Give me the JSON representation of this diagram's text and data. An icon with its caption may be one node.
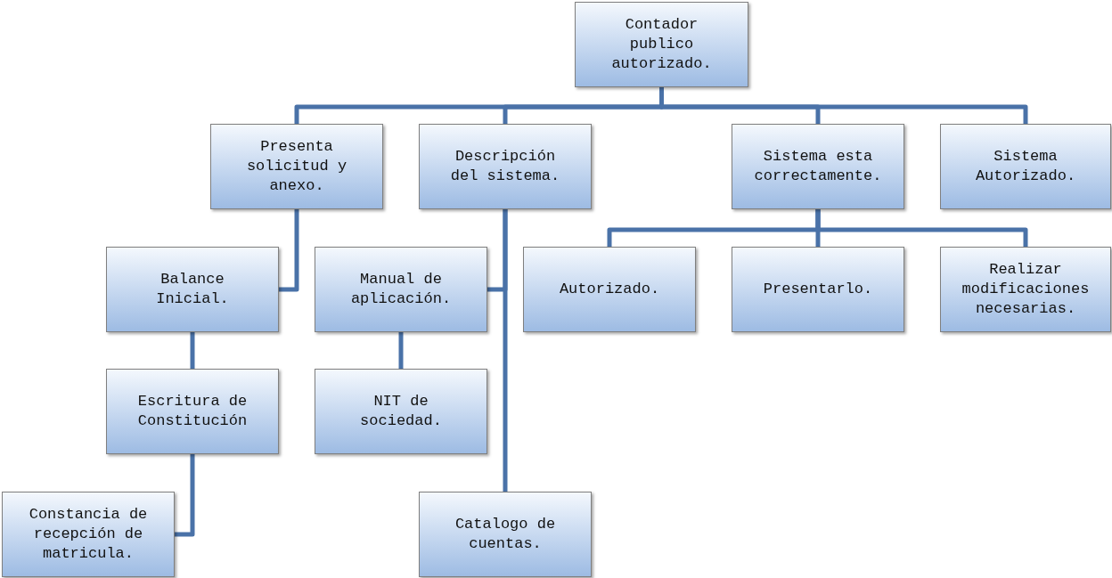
{
  "diagram": {
    "nodes": [
      {
        "text": [
          "Contador publico autorizado."
        ]
      },
      {
        "text": [
          "Presenta solicitud y anexo."
        ]
      },
      {
        "text": [
          "Descripción del sistema."
        ]
      },
      {
        "text": [
          "Sistema esta correctamente."
        ]
      },
      {
        "text": [
          "Sistema Autorizado."
        ]
      },
      {
        "text": [
          "Balance Inicial."
        ]
      },
      {
        "text": [
          "Manual de aplicación."
        ]
      },
      {
        "text": [
          "Autorizado."
        ]
      },
      {
        "text": [
          "Presentarlo."
        ]
      },
      {
        "text": [
          "Realizar modificaciones necesarias."
        ]
      },
      {
        "text": [
          "Escritura de Constitución"
        ]
      },
      {
        "text": [
          "NIT de sociedad."
        ]
      },
      {
        "text": [
          "Constancia de recepción de matricula."
        ]
      },
      {
        "text": [
          "Catalogo de cuentas."
        ]
      }
    ],
    "edges": [
      {
        "from": 0,
        "to": 1,
        "arrow": "none"
      },
      {
        "from": 0,
        "to": 2,
        "arrow": "none"
      },
      {
        "from": 0,
        "to": 3,
        "arrow": "none"
      },
      {
        "from": 0,
        "to": 4,
        "arrow": "none"
      },
      {
        "from": 1,
        "to": 5,
        "arrow": "none"
      },
      {
        "from": 2,
        "to": 6,
        "arrow": "none"
      },
      {
        "from": 2,
        "to": 13,
        "arrow": "none"
      },
      {
        "from": 3,
        "to": 7,
        "arrow": "none"
      },
      {
        "from": 3,
        "to": 8,
        "arrow": "none"
      },
      {
        "from": 3,
        "to": 9,
        "arrow": "none"
      },
      {
        "from": 5,
        "to": 10,
        "arrow": "none"
      },
      {
        "from": 6,
        "to": 11,
        "arrow": "none"
      },
      {
        "from": 10,
        "to": 12,
        "arrow": "none"
      }
    ]
  }
}
